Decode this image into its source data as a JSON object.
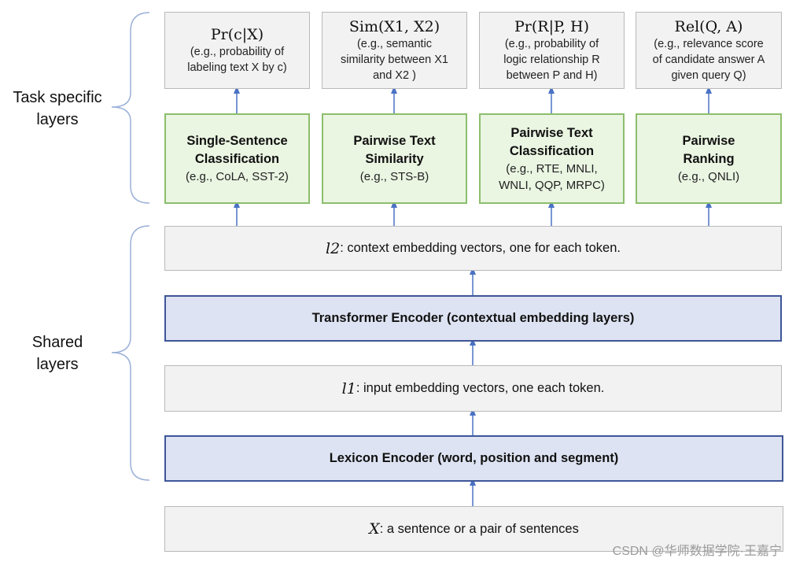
{
  "side_labels": {
    "task": [
      "Task specific",
      "layers"
    ],
    "shared": [
      "Shared",
      "layers"
    ]
  },
  "outputs": [
    {
      "formula": "Pr(c|X)",
      "desc": [
        "(e.g., probability of",
        "labeling text X by c)"
      ]
    },
    {
      "formula": "Sim(X1, X2)",
      "desc": [
        "(e.g., semantic",
        "similarity between X1",
        "and X2 )"
      ]
    },
    {
      "formula": "Pr(R|P, H)",
      "desc": [
        "(e.g., probability of",
        "logic relationship R",
        "between P and H)"
      ]
    },
    {
      "formula": "Rel(Q, A)",
      "desc": [
        "(e.g., relevance score",
        "of candidate answer A",
        "given query Q)"
      ]
    }
  ],
  "tasks": [
    {
      "title": [
        "Single-Sentence",
        "Classification"
      ],
      "sub": [
        "(e.g., CoLA, SST-2)"
      ]
    },
    {
      "title": [
        "Pairwise Text",
        "Similarity"
      ],
      "sub": [
        "(e.g., STS-B)"
      ]
    },
    {
      "title": [
        "Pairwise Text",
        "Classification"
      ],
      "sub": [
        "(e.g., RTE, MNLI,",
        "WNLI, QQP, MRPC)"
      ]
    },
    {
      "title": [
        "Pairwise",
        "Ranking"
      ],
      "sub": [
        "(e.g., QNLI)"
      ]
    }
  ],
  "shared": {
    "l2": {
      "var": "l2",
      "text": ": context embedding vectors, one for each token."
    },
    "transformer": "Transformer Encoder (contextual embedding layers)",
    "l1": {
      "var": "l1",
      "text": ": input embedding vectors, one each token."
    },
    "lexicon": "Lexicon Encoder (word, position and segment)",
    "input": {
      "var": "X",
      "text": ": a sentence or a pair of sentences"
    }
  },
  "watermark": "CSDN @华师数据学院·王嘉宁",
  "colors": {
    "arrow": "#4a72c4",
    "green_border": "#8cbe6c",
    "blue_border": "#3e5698",
    "brace": "#9bb0d8"
  }
}
